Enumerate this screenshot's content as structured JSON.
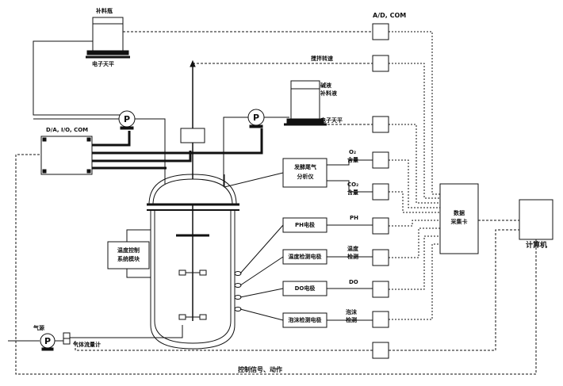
{
  "labels": {
    "reagent_bottle": "补料瓶",
    "balance_top": "电子天平",
    "ad_com": "A/D, COM",
    "stir_speed": "搅拌转速",
    "tank_label_1": "碱液",
    "tank_label_2": "补料液",
    "balance_right": "电子天平",
    "da_com": "D/A, I/O, COM",
    "exhaust_analyzer_1": "发酵尾气",
    "exhaust_analyzer_2": "分析仪",
    "o2_1": "O₂",
    "o2_2": "含量",
    "co2_1": "CO₂",
    "co2_2": "含量",
    "ph_electrode": "PH电极",
    "ph_value": "PH",
    "temp_electrode": "温度检测电极",
    "temp_1": "温度",
    "temp_2": "检测",
    "do_electrode": "DO电极",
    "do_value": "DO",
    "foam_electrode": "泡沫检测电极",
    "foam_1": "泡沫",
    "foam_2": "检测",
    "temp_control_1": "温度控制",
    "temp_control_2": "系统模块",
    "acquisition_1": "数据",
    "acquisition_2": "采集卡",
    "computer": "计算机",
    "air": "气源",
    "flowmeter": "气体流量计",
    "control_signal": "控制信号、动作"
  },
  "icons": {
    "pump_symbol": "P"
  }
}
